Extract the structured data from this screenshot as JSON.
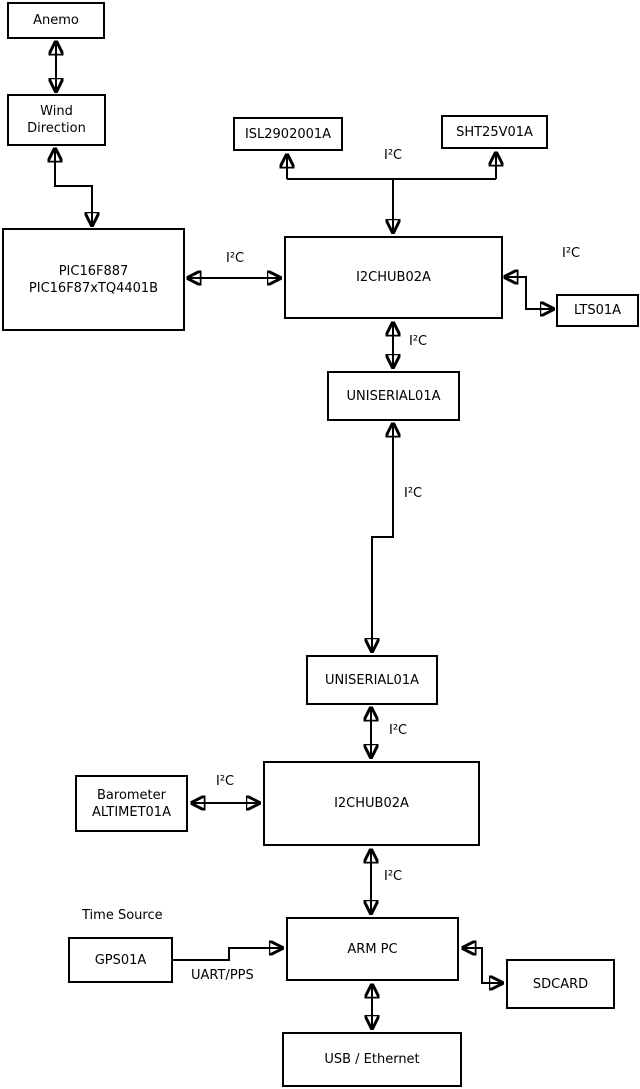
{
  "diagram": {
    "nodes": {
      "anemo": {
        "label": "Anemo"
      },
      "wind_direction": {
        "label": "Wind\nDirection"
      },
      "pic": {
        "label": "PIC16F887\nPIC16F87xTQ4401B"
      },
      "isl": {
        "label": "ISL2902001A"
      },
      "sht": {
        "label": "SHT25V01A"
      },
      "i2chub_top": {
        "label": "I2CHUB02A"
      },
      "lts": {
        "label": "LTS01A"
      },
      "uniserial_top": {
        "label": "UNISERIAL01A"
      },
      "uniserial_bottom": {
        "label": "UNISERIAL01A"
      },
      "i2chub_bottom": {
        "label": "I2CHUB02A"
      },
      "barometer": {
        "label": "Barometer\nALTIMET01A"
      },
      "gps": {
        "label": "GPS01A"
      },
      "arm_pc": {
        "label": "ARM PC"
      },
      "sdcard": {
        "label": "SDCARD"
      },
      "usb_ethernet": {
        "label": "USB / Ethernet"
      }
    },
    "edge_labels": {
      "sensor_bus_i2c": "I²C",
      "pic_hub_i2c": "I²C",
      "lts_i2c": "I²C",
      "hub_uniserial_i2c": "I²C",
      "uniserial_link_i2c": "I²C",
      "uniserial_hub_i2c": "I²C",
      "hub_arm_i2c": "I²C",
      "time_source": "Time Source",
      "uart_pps": "UART/PPS"
    },
    "colors": {
      "line": "#000000",
      "box_border": "#000000",
      "box_fill": "#ffffff",
      "background": "#ffffff",
      "text": "#000000"
    }
  }
}
